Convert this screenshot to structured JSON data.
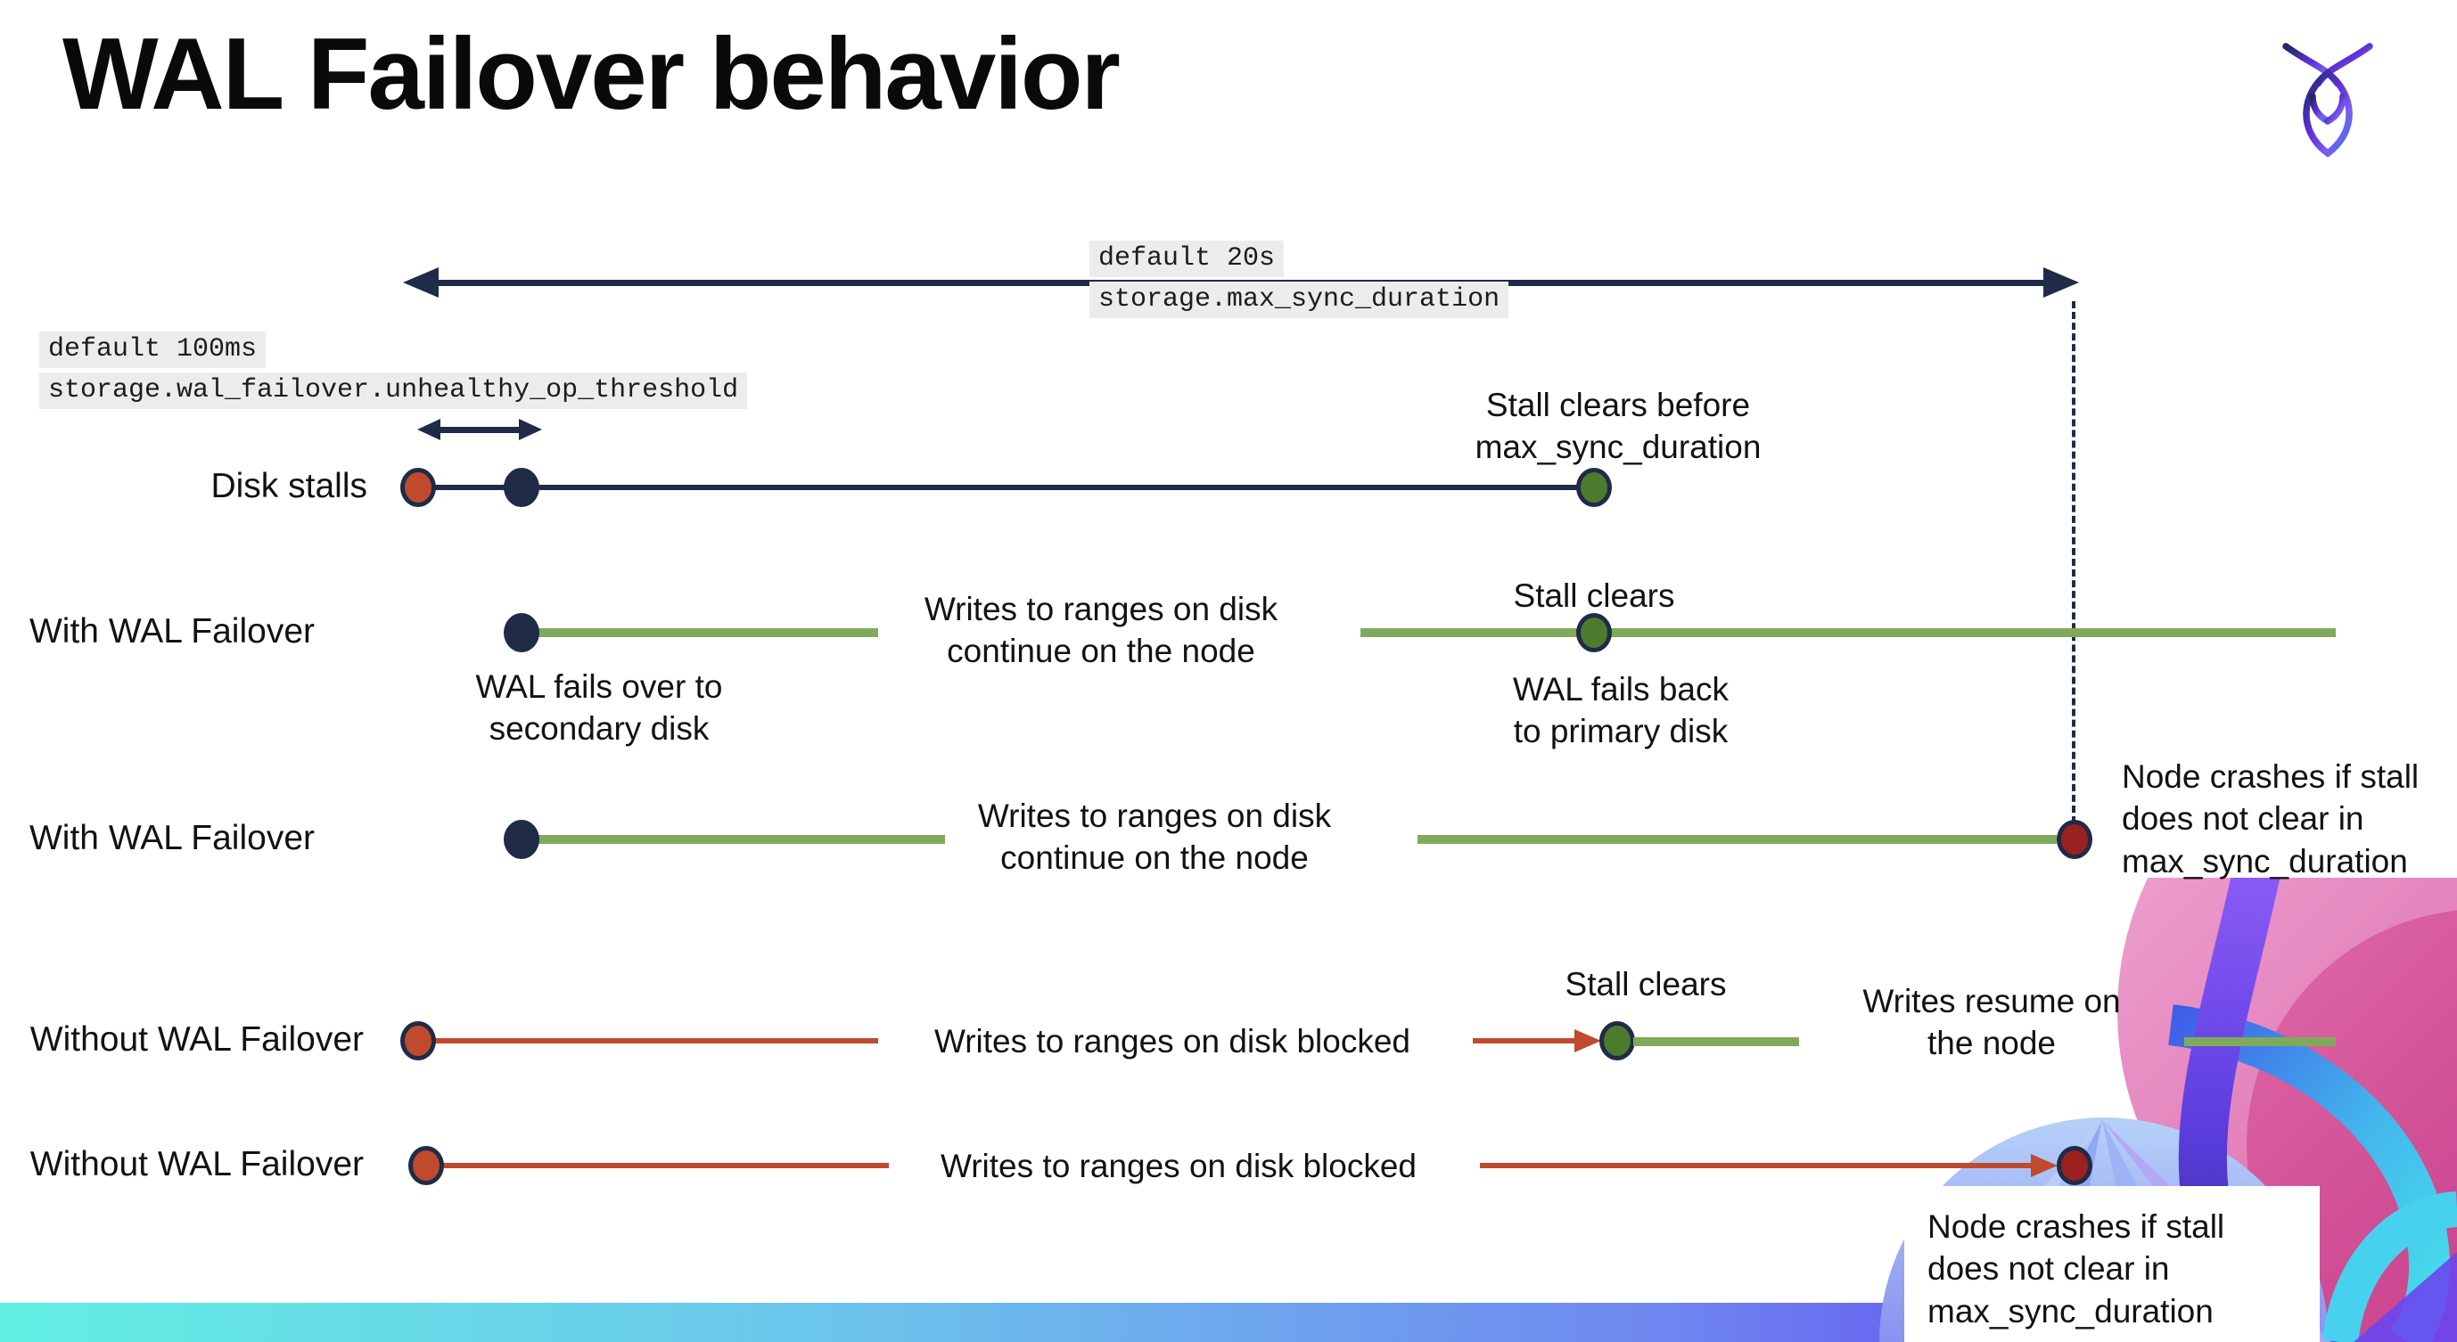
{
  "slide": {
    "title": "WAL Failover behavior"
  },
  "config": {
    "max_sync_default": "default 20s",
    "max_sync_setting": "storage.max_sync_duration",
    "threshold_default": "default 100ms",
    "threshold_setting": "storage.wal_failover.unhealthy_op_threshold"
  },
  "rows": [
    {
      "label": "Disk stalls",
      "stall_clears": "Stall clears before\nmax_sync_duration"
    },
    {
      "label": "With WAL Failover",
      "failover": "WAL fails over to\nsecondary disk",
      "writes": "Writes to ranges on disk\ncontinue on the node",
      "stall_clears": "Stall clears",
      "failback": "WAL fails  back\nto primary disk"
    },
    {
      "label": "With WAL Failover",
      "writes": "Writes to ranges on disk\ncontinue on the node",
      "crash": "Node crashes if stall\ndoes not clear in\nmax_sync_duration"
    },
    {
      "label": "Without WAL Failover",
      "writes": "Writes to ranges on disk  blocked",
      "stall_clears": "Stall clears",
      "resume": "Writes resume on\nthe node"
    },
    {
      "label": "Without WAL Failover",
      "writes": "Writes to ranges on disk  blocked",
      "crash": "Node crashes if stall\ndoes not clear in\nmax_sync_duration"
    }
  ],
  "icons": {
    "logo": "cockroachdb-logo",
    "brand_art": "cockroach-brand-art"
  },
  "colors": {
    "navy": "#1f2b47",
    "red": "#bf4a2e",
    "dark_red": "#9b2020",
    "green_line": "#80aa5b",
    "green_dot": "#4d7b2d",
    "chip_bg": "#ececec",
    "bar_left": "#62efe3",
    "bar_right": "#5b3bf2"
  }
}
